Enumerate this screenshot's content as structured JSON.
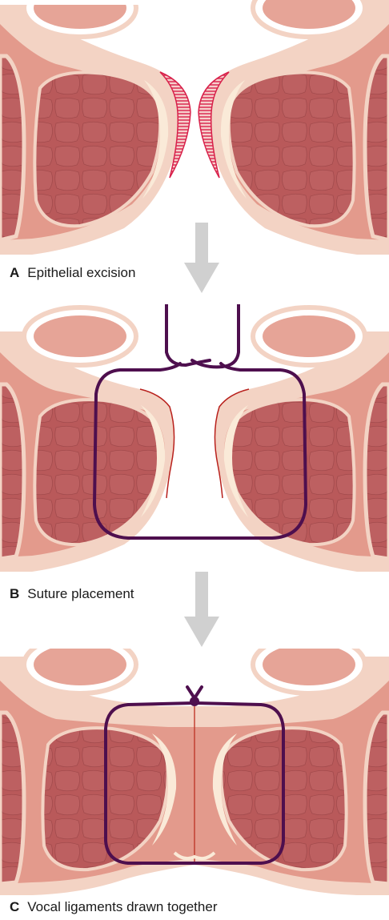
{
  "panels": [
    {
      "letter": "A",
      "caption": "Epithelial excision"
    },
    {
      "letter": "B",
      "caption": "Suture placement"
    },
    {
      "letter": "C",
      "caption": "Vocal ligaments drawn together"
    }
  ],
  "colors": {
    "muscle": "#b9595a",
    "muscle_border": "#e8a8a0",
    "fascia": "#f3d3c4",
    "mucosa": "#e39a8c",
    "ligament": "#faead8",
    "excision": "#d8204a",
    "suture": "#4e0f4e",
    "arrow": "#d0d0d0"
  }
}
